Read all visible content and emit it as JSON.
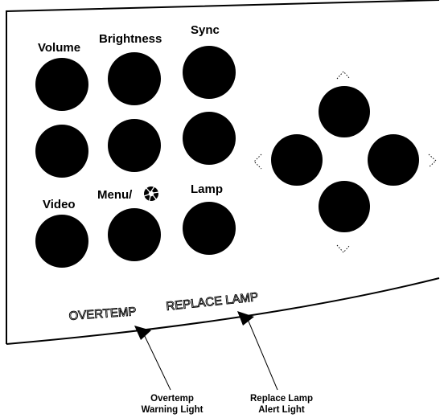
{
  "labels": {
    "volume": "Volume",
    "brightness": "Brightness",
    "sync": "Sync",
    "video": "Video",
    "menu": "Menu/",
    "lamp": "Lamp"
  },
  "indicators": {
    "overtemp": "OVERTEMP",
    "replace_lamp": "REPLACE LAMP"
  },
  "callouts": {
    "overtemp_line1": "Overtemp",
    "overtemp_line2": "Warning Light",
    "replace_line1": "Replace Lamp",
    "replace_line2": "Alert Light"
  },
  "icons": {
    "menu": "aperture-icon",
    "nav_up": "chevron-up-icon",
    "nav_down": "chevron-down-icon",
    "nav_left": "chevron-left-icon",
    "nav_right": "chevron-right-icon"
  }
}
